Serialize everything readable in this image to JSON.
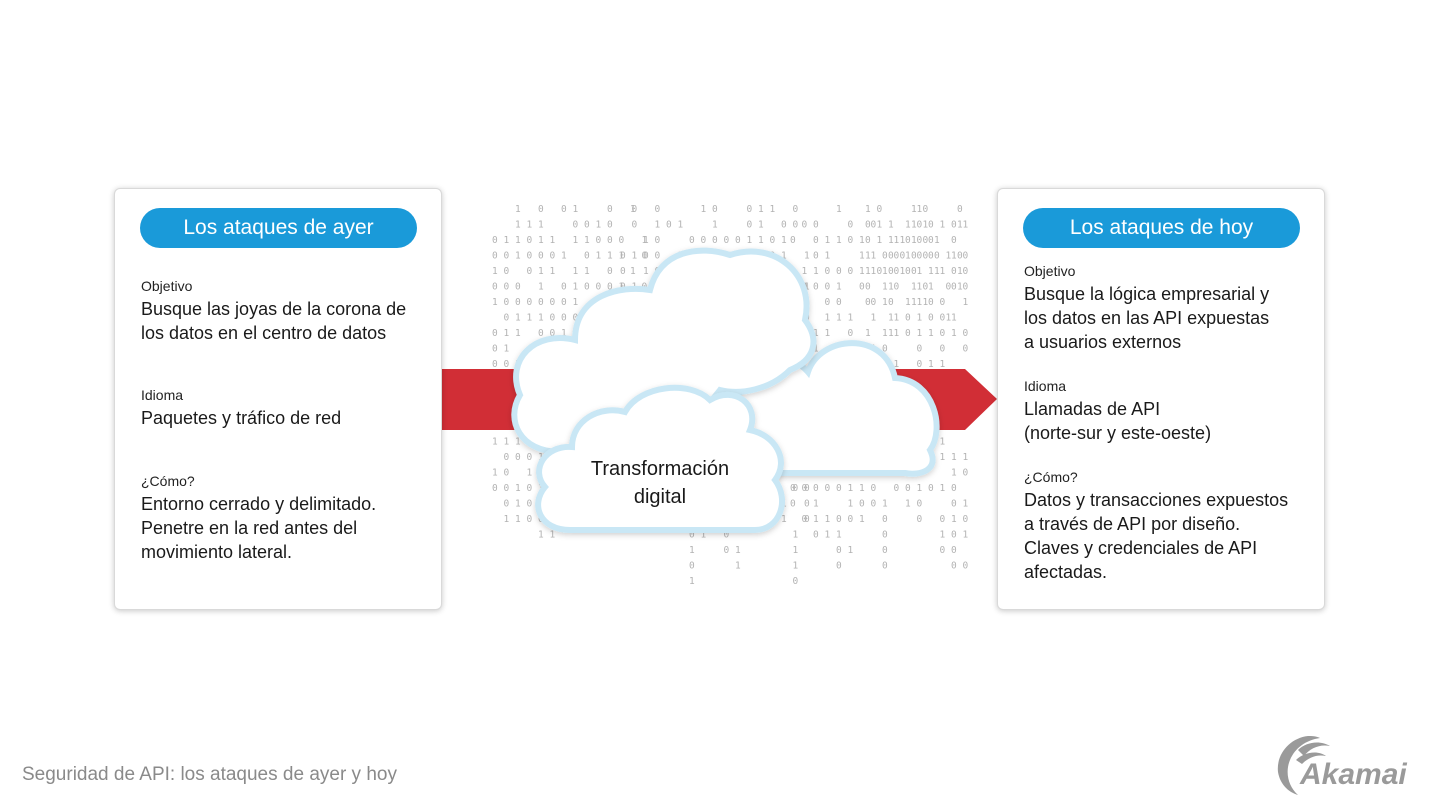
{
  "colors": {
    "pill": "#1a9ad9",
    "arrow": "#d12e36",
    "cloud_stroke": "#c9e7f5",
    "binary": "#b3b3b3",
    "logo": "#9a9a9a"
  },
  "left_panel": {
    "title": "Los ataques de ayer",
    "sections": [
      {
        "label": "Objetivo",
        "text": "Busque las joyas de la corona de\nlos datos en el centro de datos"
      },
      {
        "label": "Idioma",
        "text": "Paquetes y tráfico de red"
      },
      {
        "label": "¿Cómo?",
        "text": "Entorno cerrado y delimitado.\nPenetre en la red antes del\nmovimiento lateral."
      }
    ]
  },
  "right_panel": {
    "title": "Los ataques de hoy",
    "sections": [
      {
        "label": "Objetivo",
        "text": "Busque la lógica empresarial y\nlos datos en las API expuestas\na usuarios externos"
      },
      {
        "label": "Idioma",
        "text": "Llamadas de API\n(norte-sur y este-oeste)"
      },
      {
        "label": "¿Cómo?",
        "text": "Datos y transacciones expuestos\na través de API por diseño.\nClaves y credenciales de API\nafectadas."
      }
    ]
  },
  "center": {
    "cloud_label": "Transformación\ndigital",
    "binary_icon": "binary-data-pattern"
  },
  "footer": {
    "title": "Seguridad de API: los ataques de ayer y hoy",
    "logo_text": "Akamai",
    "logo_icon": "akamai-wave-icon"
  }
}
